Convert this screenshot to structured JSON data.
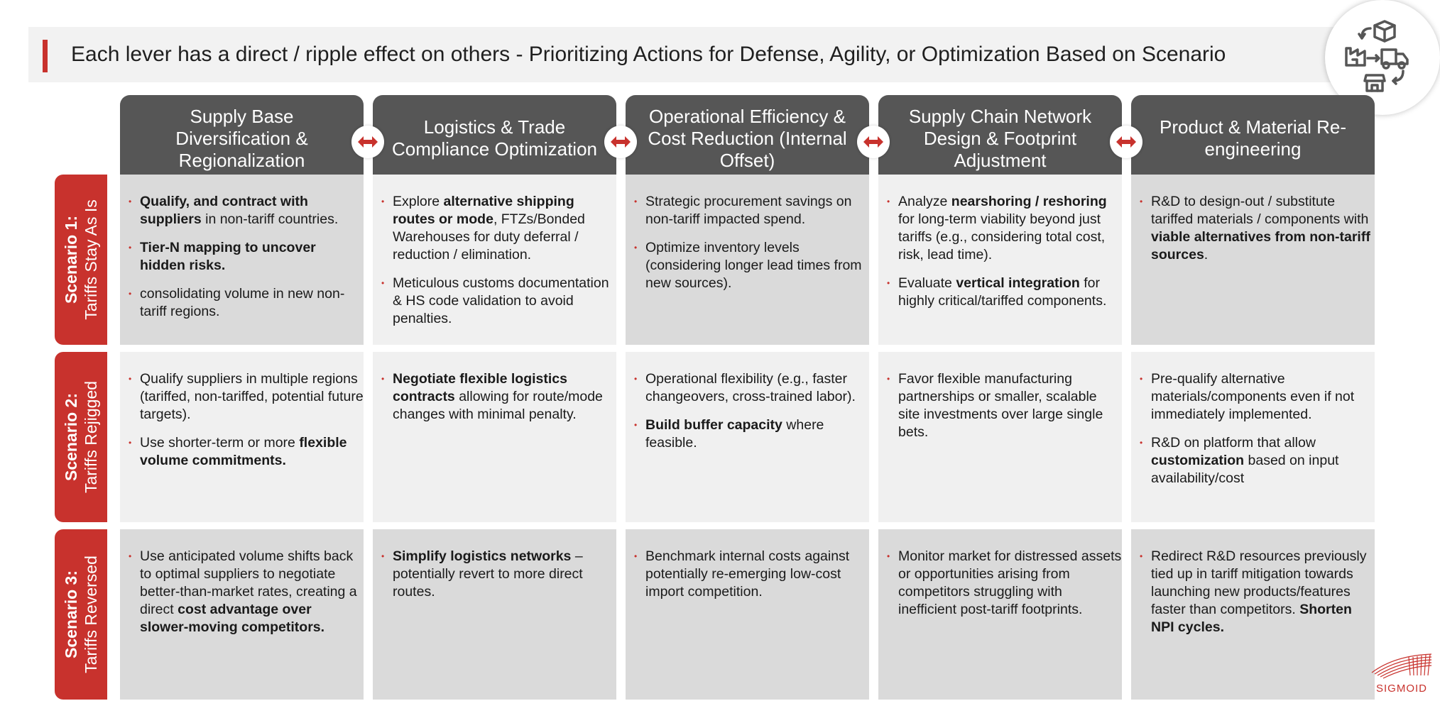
{
  "title": "Each lever has a direct / ripple effect on others - Prioritizing Actions for Defense, Agility, or Optimization Based on Scenario",
  "columns": [
    "Supply Base Diversification & Regionalization",
    "Logistics & Trade Compliance Optimization",
    "Operational Efficiency & Cost Reduction (Internal Offset)",
    "Supply Chain Network Design & Footprint Adjustment",
    "Product & Material Re-engineering"
  ],
  "rows": [
    {
      "line1": "Scenario 1:",
      "line2": "Tariffs Stay As Is"
    },
    {
      "line1": "Scenario 2:",
      "line2": "Tariffs Rejigged"
    },
    {
      "line1": "Scenario 3:",
      "line2": "Tariffs Reversed"
    }
  ],
  "cells": {
    "r1c1": [
      [
        {
          "b": "Qualify, and contract with suppliers"
        },
        {
          "t": " in non-tariff countries."
        }
      ],
      [
        {
          "b": "Tier-N mapping to uncover hidden risks."
        }
      ],
      [
        {
          "t": "consolidating volume in new non-tariff regions."
        }
      ]
    ],
    "r1c2": [
      [
        {
          "t": "Explore "
        },
        {
          "b": "alternative shipping routes or mode"
        },
        {
          "t": ", FTZs/Bonded Warehouses for duty deferral / reduction / elimination."
        }
      ],
      [
        {
          "t": "Meticulous customs documentation & HS code validation to avoid penalties."
        }
      ]
    ],
    "r1c3": [
      [
        {
          "t": "Strategic procurement savings on non-tariff impacted spend."
        }
      ],
      [
        {
          "t": "Optimize inventory levels (considering longer lead times from new sources)."
        }
      ]
    ],
    "r1c4": [
      [
        {
          "t": "Analyze "
        },
        {
          "b": "nearshoring / reshoring"
        },
        {
          "t": " for long-term viability beyond just tariffs (e.g., considering total cost, risk, lead time)."
        }
      ],
      [
        {
          "t": "Evaluate "
        },
        {
          "b": "vertical integration"
        },
        {
          "t": " for highly critical/tariffed components."
        }
      ]
    ],
    "r1c5": [
      [
        {
          "t": "R&D to design-out / substitute tariffed materials / components with "
        },
        {
          "b": "viable alternatives from non-tariff sources"
        },
        {
          "t": "."
        }
      ]
    ],
    "r2c1": [
      [
        {
          "t": "Qualify suppliers in multiple regions (tariffed, non-tariffed, potential future targets)."
        }
      ],
      [
        {
          "t": "Use shorter-term or more "
        },
        {
          "b": "flexible volume commitments."
        }
      ]
    ],
    "r2c2": [
      [
        {
          "b": "Negotiate flexible logistics contracts"
        },
        {
          "t": " allowing for route/mode changes with minimal penalty."
        }
      ]
    ],
    "r2c3": [
      [
        {
          "t": "Operational flexibility (e.g., faster changeovers, cross-trained labor)."
        }
      ],
      [
        {
          "b": "Build buffer capacity"
        },
        {
          "t": " where feasible."
        }
      ]
    ],
    "r2c4": [
      [
        {
          "t": "Favor flexible manufacturing partnerships or smaller, scalable site investments over large single bets."
        }
      ]
    ],
    "r2c5": [
      [
        {
          "t": "Pre-qualify alternative materials/components even if not immediately implemented."
        }
      ],
      [
        {
          "t": "R&D on platform that allow "
        },
        {
          "b": "customization"
        },
        {
          "t": " based on input availability/cost"
        }
      ]
    ],
    "r3c1": [
      [
        {
          "t": "Use anticipated volume shifts back to optimal suppliers to negotiate better-than-market rates, creating a direct "
        },
        {
          "b": "cost advantage over slower-moving competitors."
        }
      ]
    ],
    "r3c2": [
      [
        {
          "b": "Simplify logistics networks"
        },
        {
          "t": " – potentially revert to more direct routes."
        }
      ]
    ],
    "r3c3": [
      [
        {
          "t": "Benchmark internal costs against potentially re-emerging low-cost import competition."
        }
      ]
    ],
    "r3c4": [
      [
        {
          "t": "Monitor market for distressed assets or opportunities arising from competitors struggling with inefficient post-tariff footprints."
        }
      ]
    ],
    "r3c5": [
      [
        {
          "t": "Redirect R&D resources previously tied up in tariff mitigation towards launching new products/features faster than competitors. "
        },
        {
          "b": "Shorten NPI cycles."
        }
      ]
    ]
  },
  "brand": "SIGMOID",
  "icons": {
    "logo": "supply-chain-icon",
    "connector": "double-arrow-icon"
  },
  "colors": {
    "accent": "#c8322d",
    "header_bg": "#565656",
    "cell_dark": "#dadada",
    "cell_light": "#f0f0f0"
  }
}
